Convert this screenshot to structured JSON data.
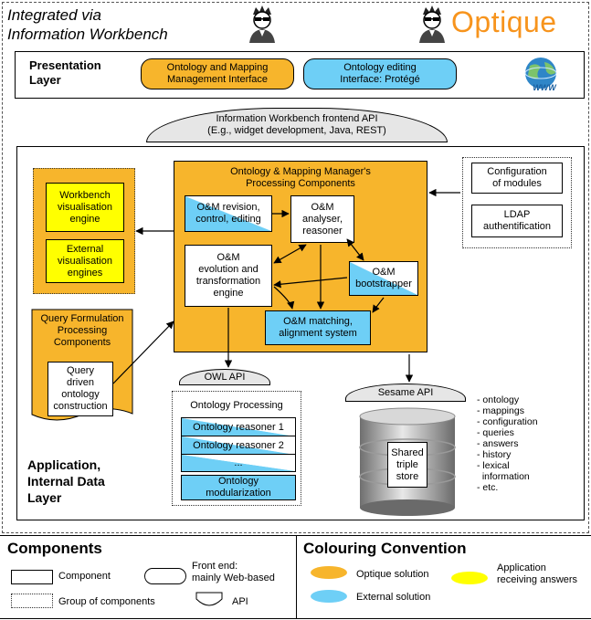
{
  "header": {
    "caption": "Integrated via\nInformation Workbench",
    "brand": "Optique",
    "brand_color": "#f7941d"
  },
  "presentation": {
    "label": "Presentation\nLayer",
    "omm_interface": "Ontology and Mapping\nManagement Interface",
    "protege_interface": "Ontology editing\nInterface: Protégé",
    "globe_label": "WWW"
  },
  "frontend_api": {
    "label": "Information Workbench frontend API\n(E.g., widget development, Java, REST)"
  },
  "application": {
    "label": "Application,\nInternal Data\nLayer",
    "visualisation": {
      "workbench": "Workbench\nvisualisation\nengine",
      "external": "External\nvisualisation\nengines"
    },
    "processing": {
      "title": "Ontology & Mapping Manager's\nProcessing Components",
      "revision": "O&M revision,\ncontrol, editing",
      "analyser": "O&M\nanalyser,\nreasoner",
      "evolution": "O&M\nevolution and\ntransformation\nengine",
      "bootstrapper": "O&M\nbootstrapper",
      "matching": "O&M matching,\nalignment system"
    },
    "modules": {
      "configuration": "Configuration\nof modules",
      "ldap": "LDAP\nauthentification"
    },
    "query": {
      "title": "Query Formulation\nProcessing\nComponents",
      "construction": "Query\ndriven\nontology\nconstruction"
    },
    "owl_api": "OWL API",
    "ontology_processing": {
      "title": "Ontology Processing",
      "reasoner1": "Ontology reasoner 1",
      "reasoner2": "Ontology reasoner 2",
      "more": "...",
      "modularization": "Ontology\nmodularization"
    },
    "sesame_api": "Sesame API",
    "store": {
      "label": "Shared\ntriple\nstore",
      "contents": [
        "- ontology",
        "- mappings",
        "- configuration",
        "- queries",
        "- answers",
        "- history",
        "- lexical",
        "  information",
        "- etc."
      ]
    }
  },
  "legend": {
    "components_title": "Components",
    "component": "Component",
    "frontend": "Front end:\nmainly Web-based",
    "group": "Group of components",
    "api": "API",
    "colouring_title": "Colouring Convention",
    "optique_solution": "Optique solution",
    "external_solution": "External solution",
    "application_answers": "Application\nreceiving answers",
    "colors": {
      "optique": "#f7b52c",
      "external": "#6ecff6",
      "answers": "#ffff00"
    }
  }
}
